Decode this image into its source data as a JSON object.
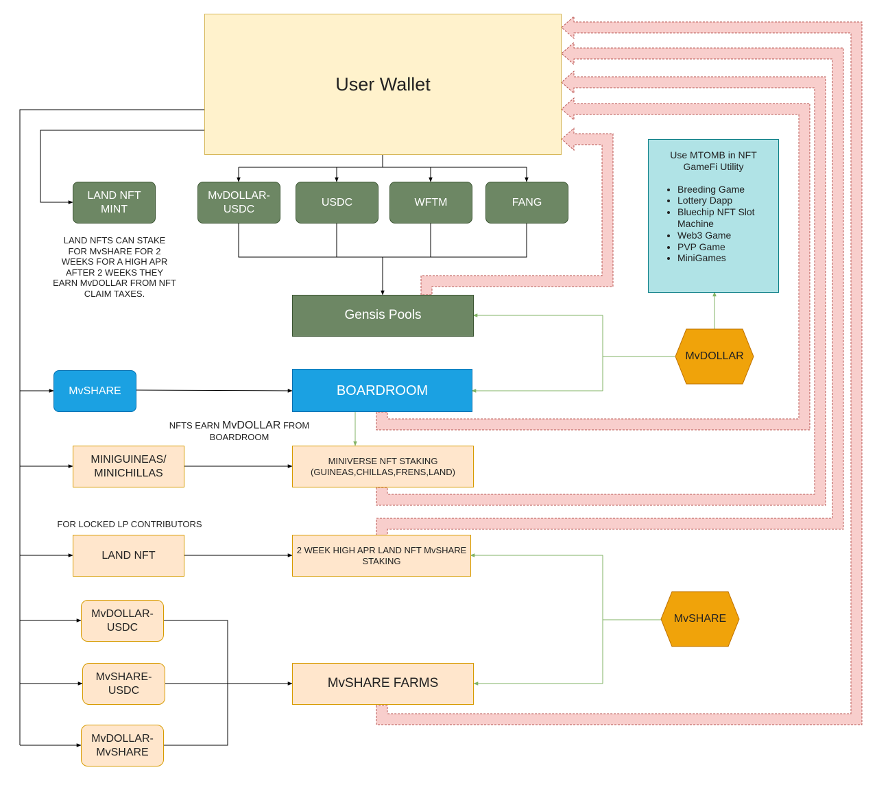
{
  "diagram": {
    "user_wallet": "User Wallet",
    "token_boxes": [
      "MvDOLLAR-\nUSDC",
      "USDC",
      "WFTM",
      "FANG"
    ],
    "land_nft_mint": "LAND NFT\nMINT",
    "land_note": "LAND NFTS CAN STAKE\nFOR MvSHARE FOR 2\nWEEKS FOR A HIGH APR\nAFTER 2 WEEKS THEY\nEARN MvDOLLAR FROM NFT\nCLAIM TAXES.",
    "genesis_pools": "Gensis Pools",
    "mvshare_blue": "MvSHARE",
    "boardroom": "BOARDROOM",
    "boardroom_note_a": "NFTS EARN ",
    "boardroom_note_b": "MvDOLLAR",
    "boardroom_note_c": " FROM\nBOARDROOM",
    "miniguineas": "MINIGUINEAS/\nMINICHILLAS",
    "miniverse": "MINIVERSE NFT STAKING\n(GUINEAS,CHILLAS,FRENS,LAND)",
    "locked_lp_note": "FOR LOCKED LP CONTRIBUTORS",
    "land_nft": "LAND NFT",
    "land_staking": "2 WEEK HIGH APR LAND NFT MvSHARE\nSTAKING",
    "lp_boxes": [
      "MvDOLLAR-\nUSDC",
      "MvSHARE-\nUSDC",
      "MvDOLLAR-\nMvSHARE"
    ],
    "farms": "MvSHARE FARMS",
    "mvdollar_hex": "MvDOLLAR",
    "mvshare_hex": "MvSHARE",
    "utility_title": "Use MTOMB in NFT\nGameFi Utility",
    "utility_items": [
      "Breeding Game",
      "Lottery Dapp",
      "Bluechip NFT Slot\nMachine",
      "Web3 Game",
      "PVP Game",
      "MiniGames"
    ]
  },
  "colors": {
    "wallet_fill": "#fff2cc",
    "green_fill": "#6d8764",
    "blue_fill": "#1ba1e2",
    "peach_fill": "#ffe6cc",
    "hex_fill": "#f0a30a",
    "teal_fill": "#b0e3e6",
    "return_arrow_fill": "#f8cecc",
    "return_arrow_stroke": "#b85450",
    "reward_line": "#82b366"
  }
}
